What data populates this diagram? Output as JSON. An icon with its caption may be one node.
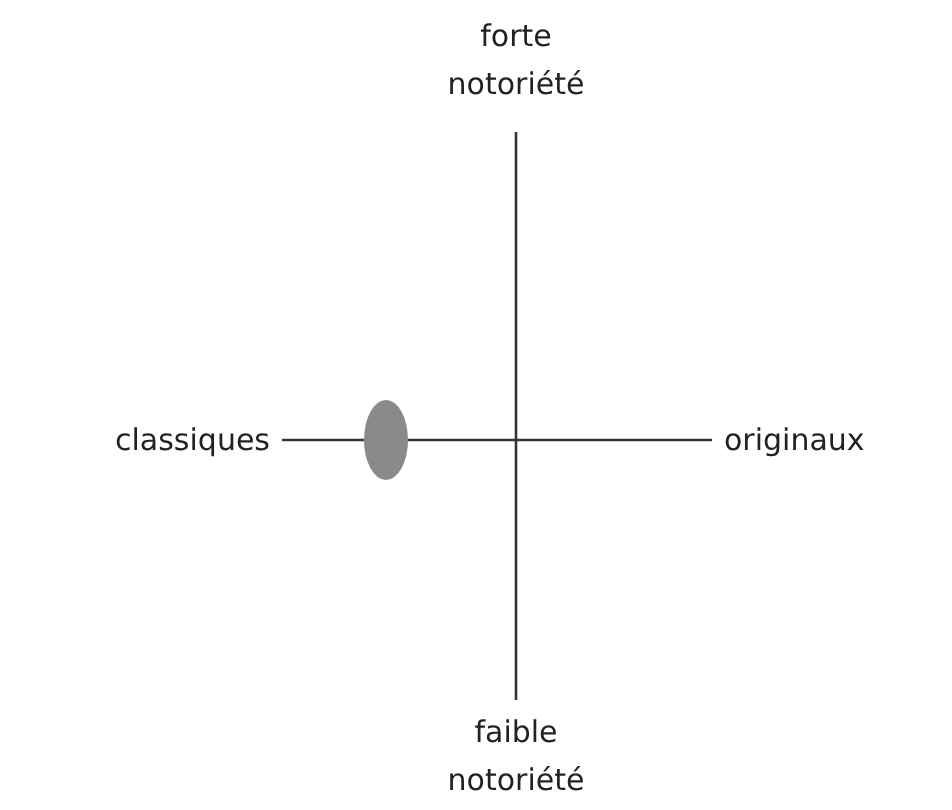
{
  "diagram": {
    "labels": [
      "forte notoriété",
      "classiques",
      "originaux",
      "faible notoriété"
    ]
  }
}
